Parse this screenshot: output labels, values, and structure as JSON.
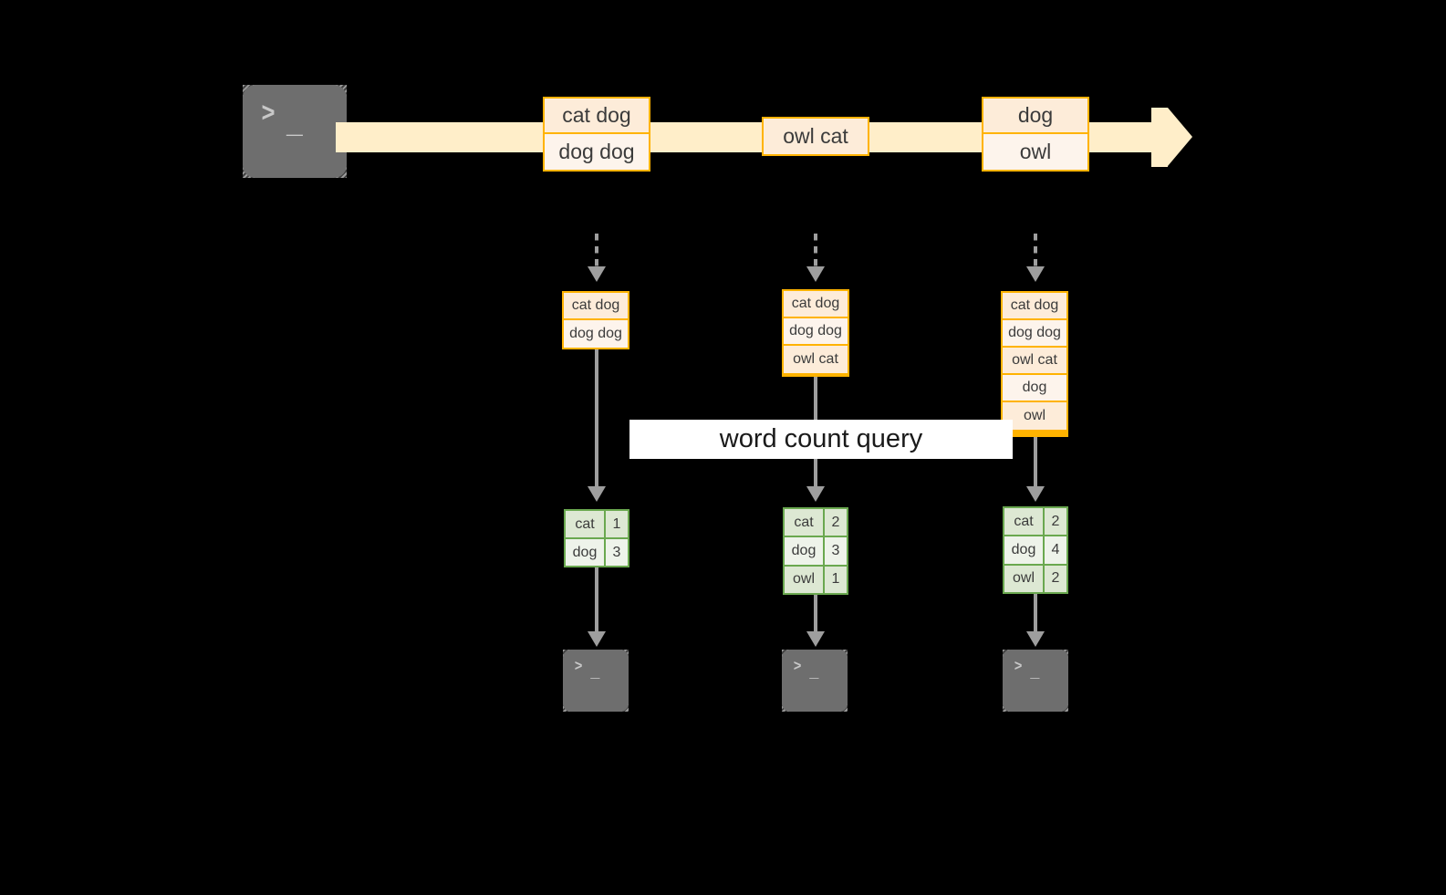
{
  "diagram": {
    "title_label": "word count query",
    "colors": {
      "background": "#000000",
      "stream_band": "#ffeec9",
      "record_border": "#ffb300",
      "record_fill": "#fdecd9",
      "record_fill_alt": "#fdf4ec",
      "table_border": "#6aa84f",
      "table_fill": "#dde8d3",
      "table_fill_alt": "#eef3ea",
      "connector": "#9e9e9e",
      "terminal_fill": "#6e6e6e",
      "label_fill": "#ffffff"
    },
    "source": {
      "icon": "terminal-icon",
      "glyph_prompt": ">",
      "glyph_cursor": "_"
    },
    "stream": {
      "groups": [
        {
          "name": "stream-group-1",
          "rows": [
            "cat dog",
            "dog dog"
          ]
        },
        {
          "name": "stream-group-2",
          "rows": [
            "owl cat"
          ]
        },
        {
          "name": "stream-group-3",
          "rows": [
            "dog",
            "owl"
          ]
        }
      ]
    },
    "columns": [
      {
        "name": "column-1",
        "accumulated": [
          "cat dog",
          "dog dog"
        ],
        "counts": [
          {
            "word": "cat",
            "count": "1"
          },
          {
            "word": "dog",
            "count": "3"
          }
        ],
        "sink_icon": "terminal-icon"
      },
      {
        "name": "column-2",
        "accumulated": [
          "cat dog",
          "dog dog",
          "owl cat"
        ],
        "counts": [
          {
            "word": "cat",
            "count": "2"
          },
          {
            "word": "dog",
            "count": "3"
          },
          {
            "word": "owl",
            "count": "1"
          }
        ],
        "sink_icon": "terminal-icon"
      },
      {
        "name": "column-3",
        "accumulated": [
          "cat dog",
          "dog dog",
          "owl cat",
          "dog",
          "owl"
        ],
        "counts": [
          {
            "word": "cat",
            "count": "2"
          },
          {
            "word": "dog",
            "count": "4"
          },
          {
            "word": "owl",
            "count": "2"
          }
        ],
        "sink_icon": "terminal-icon"
      }
    ]
  }
}
